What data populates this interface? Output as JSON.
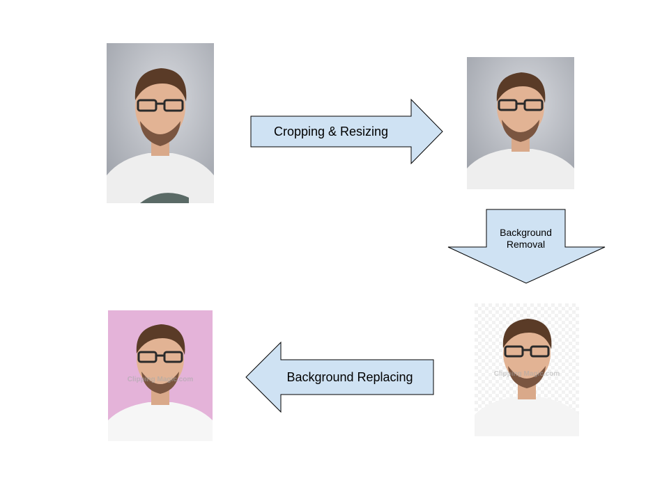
{
  "colors": {
    "arrow_fill": "#cfe2f3",
    "arrow_stroke": "#000000",
    "grey_background": "#c9cbd0",
    "pink_background": "#e4b3d9",
    "transparent_checker": "#f2f2f2"
  },
  "steps": [
    {
      "label": "Cropping & Resizing"
    },
    {
      "label": "Background\nRemoval"
    },
    {
      "label": "Background Replacing"
    }
  ],
  "photos": [
    {
      "name": "original-photo",
      "background": "grey",
      "watermark": ""
    },
    {
      "name": "cropped-photo",
      "background": "grey",
      "watermark": ""
    },
    {
      "name": "background-removed-photo",
      "background": "transparent",
      "watermark": "Clipping Magic.com"
    },
    {
      "name": "background-replaced-photo",
      "background": "pink",
      "watermark": "Clipping Magic.com"
    }
  ]
}
